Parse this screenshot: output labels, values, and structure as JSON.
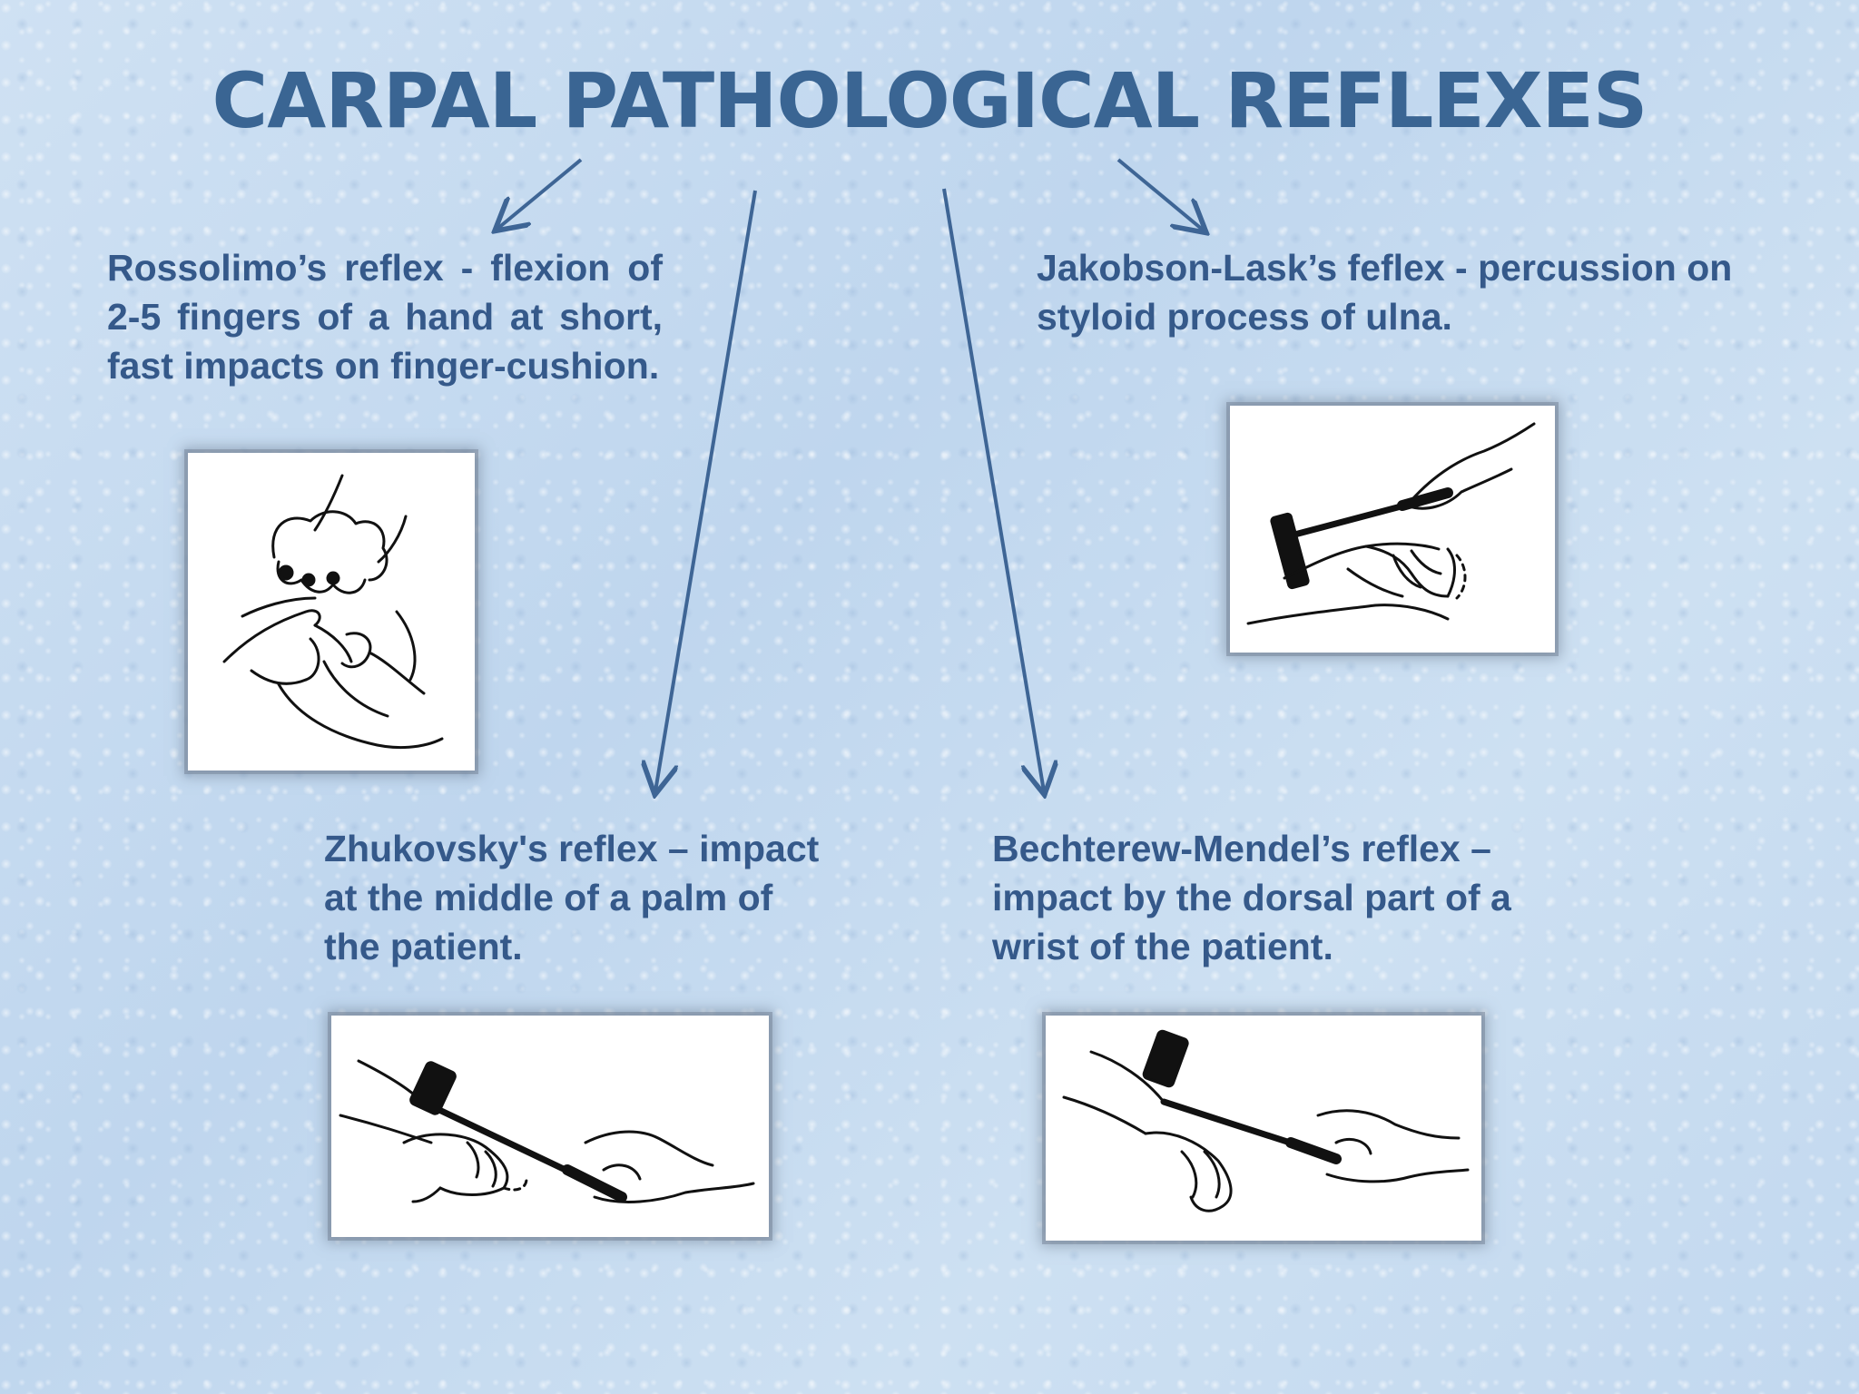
{
  "title": "CARPAL PATHOLOGICAL REFLEXES",
  "colors": {
    "text": "#35598a",
    "title": "#3a6593",
    "arrow": "#3e6595",
    "background": "#c7dcf1"
  },
  "reflexes": [
    {
      "text": "Rossolimo’s reflex - flexion of 2-5 fingers of a hand at short, fast impacts on finger-cushion.",
      "image": "rossolimo-reflex-illustration"
    },
    {
      "text": "Jakobson-Lask’s feflex - percussion on styloid process of ulna.",
      "image": "jakobson-lask-reflex-illustration"
    },
    {
      "text": "Zhukovsky's reflex – impact at the middle of a palm of the patient.",
      "image": "zhukovsky-reflex-illustration"
    },
    {
      "text": "Bechterew-Mendel’s reflex – impact by the dorsal part of a wrist of the patient.",
      "image": "bechterew-mendel-reflex-illustration"
    }
  ]
}
